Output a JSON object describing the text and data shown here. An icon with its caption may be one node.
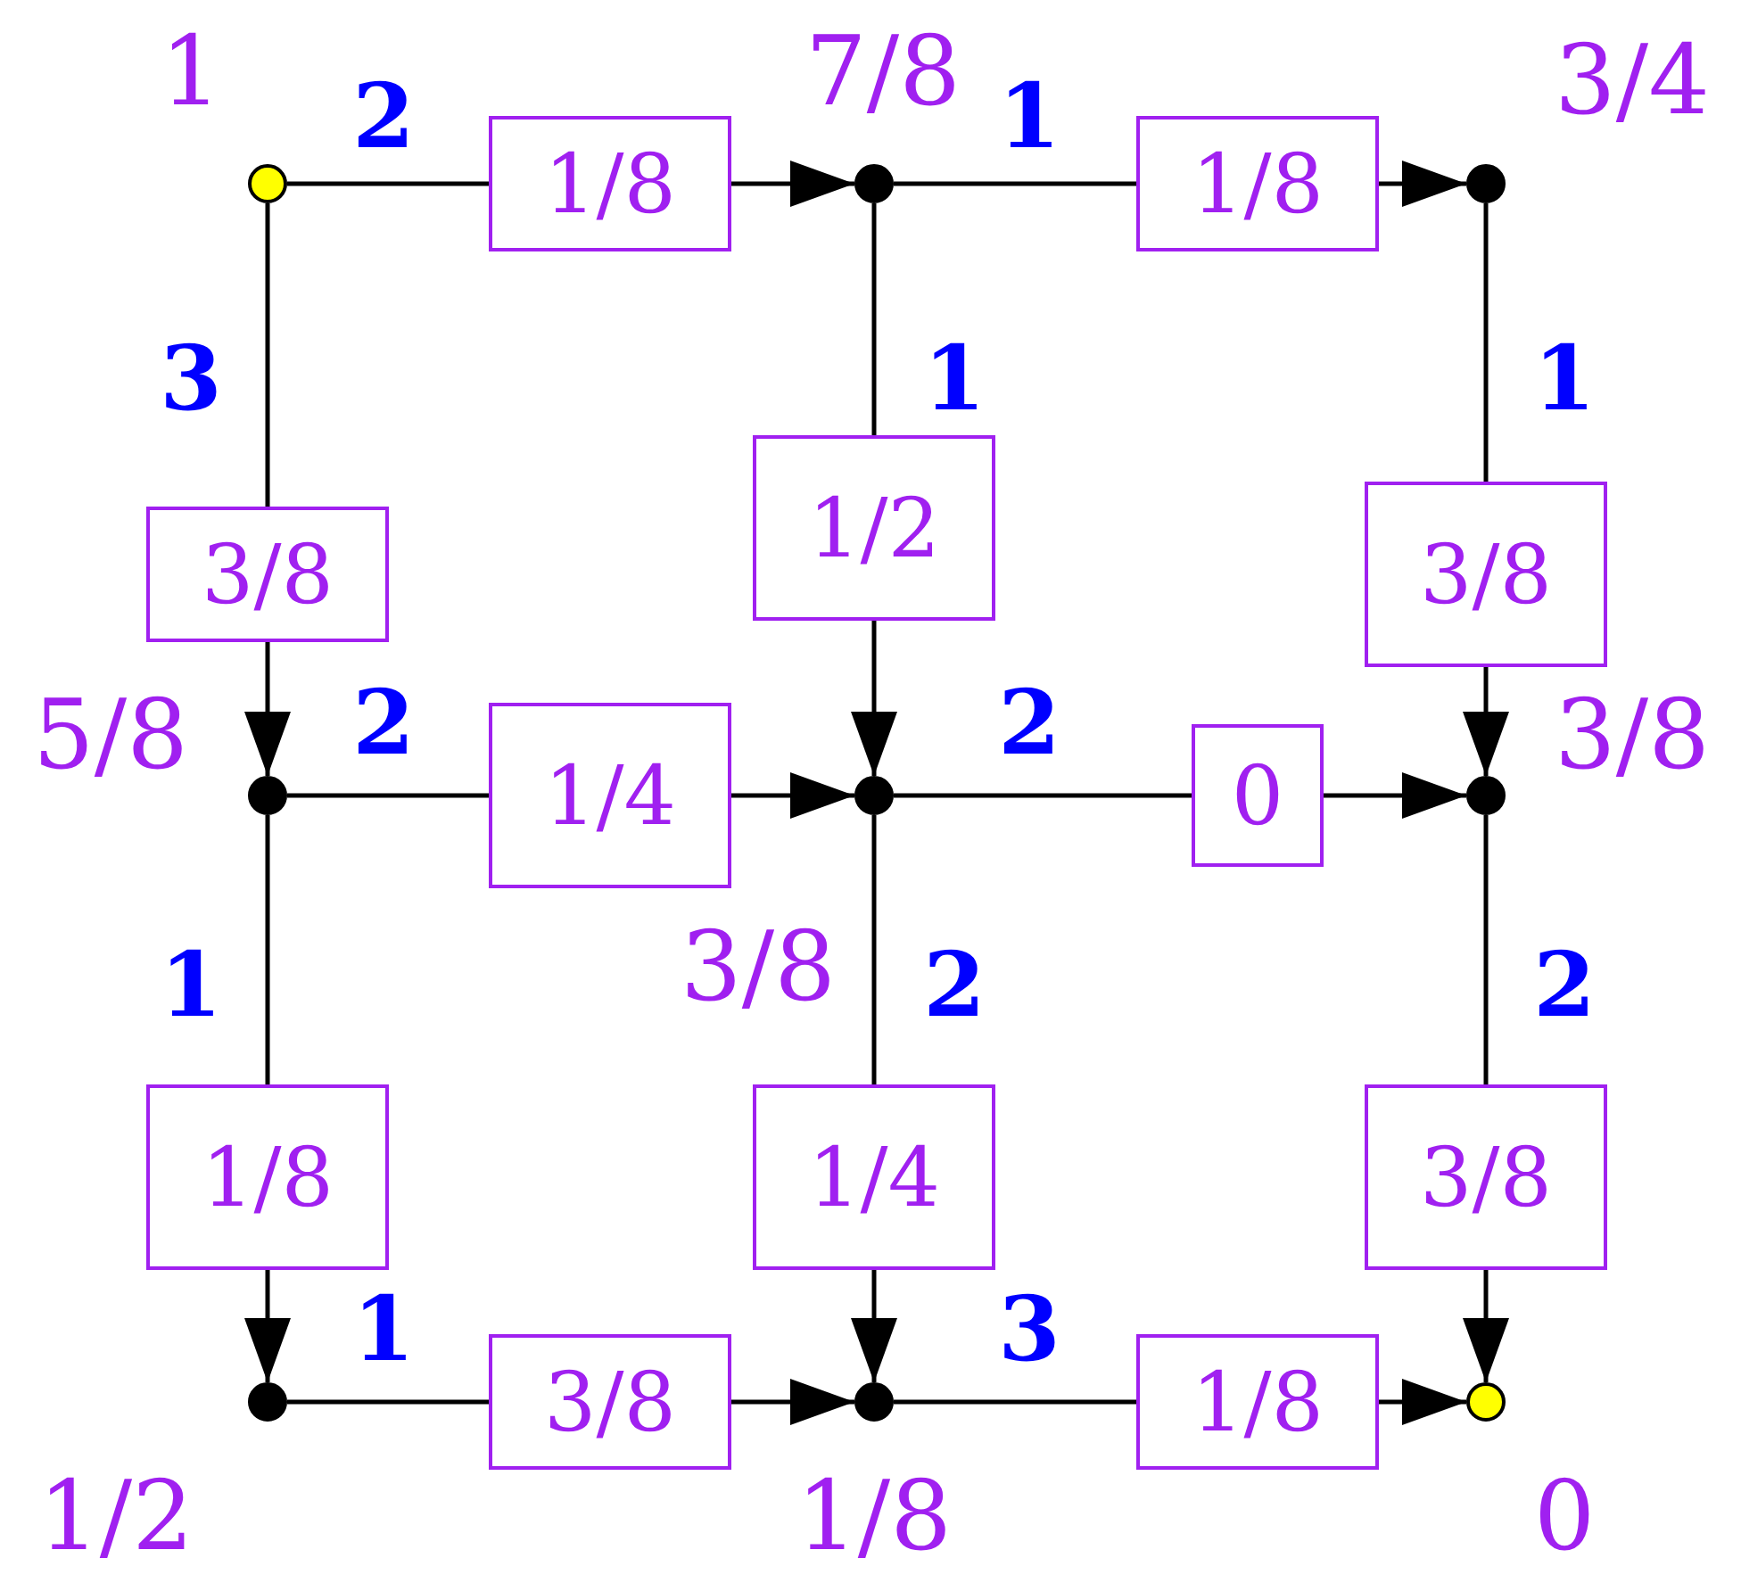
{
  "diagram": {
    "nodes": [
      {
        "text": [],
        "shape": "circle",
        "beside": [
          "1"
        ]
      },
      {
        "text": [],
        "shape": "circle",
        "beside": [
          "7/8"
        ]
      },
      {
        "text": [],
        "shape": "circle",
        "beside": [
          "3/4"
        ]
      },
      {
        "text": [],
        "shape": "circle",
        "beside": [
          "5/8"
        ]
      },
      {
        "text": [],
        "shape": "circle"
      },
      {
        "text": [],
        "shape": "circle",
        "beside": [
          "3/8"
        ]
      },
      {
        "text": [],
        "shape": "circle",
        "beside": [
          "1/2"
        ]
      },
      {
        "text": [],
        "shape": "circle",
        "beside": [
          "1/8"
        ]
      },
      {
        "text": [],
        "shape": "circle",
        "beside": [
          "0"
        ]
      },
      {
        "text": [
          "1/8"
        ]
      },
      {
        "text": [
          "1/8"
        ]
      },
      {
        "text": [
          "3/8"
        ]
      },
      {
        "text": [
          "1/2"
        ]
      },
      {
        "text": [
          "3/8"
        ]
      },
      {
        "text": [
          "1/4"
        ]
      },
      {
        "text": [
          "0"
        ]
      },
      {
        "text": [
          "1/8"
        ]
      },
      {
        "text": [
          "1/4"
        ]
      },
      {
        "text": [
          "3/8"
        ]
      },
      {
        "text": [
          "3/8"
        ]
      },
      {
        "text": [
          "1/8"
        ]
      }
    ],
    "edges": [
      {
        "from": 0,
        "to": 9,
        "arrow": "none"
      },
      {
        "from": 9,
        "to": 1,
        "arrow": "to"
      },
      {
        "from": 1,
        "to": 10,
        "arrow": "none"
      },
      {
        "from": 10,
        "to": 2,
        "arrow": "to"
      },
      {
        "from": 0,
        "to": 11,
        "arrow": "none"
      },
      {
        "from": 11,
        "to": 3,
        "arrow": "to"
      },
      {
        "from": 1,
        "to": 12,
        "arrow": "none"
      },
      {
        "from": 12,
        "to": 4,
        "arrow": "to"
      },
      {
        "from": 2,
        "to": 13,
        "arrow": "none"
      },
      {
        "from": 13,
        "to": 5,
        "arrow": "to"
      },
      {
        "from": 3,
        "to": 14,
        "arrow": "none"
      },
      {
        "from": 14,
        "to": 4,
        "arrow": "to"
      },
      {
        "from": 4,
        "to": 15,
        "arrow": "none"
      },
      {
        "from": 15,
        "to": 5,
        "arrow": "to"
      },
      {
        "from": 3,
        "to": 16,
        "arrow": "none"
      },
      {
        "from": 16,
        "to": 6,
        "arrow": "to"
      },
      {
        "from": 4,
        "to": 17,
        "arrow": "none"
      },
      {
        "from": 17,
        "to": 7,
        "arrow": "to"
      },
      {
        "from": 5,
        "to": 18,
        "arrow": "none"
      },
      {
        "from": 18,
        "to": 8,
        "arrow": "to"
      },
      {
        "from": 6,
        "to": 19,
        "arrow": "none"
      },
      {
        "from": 19,
        "to": 7,
        "arrow": "to"
      },
      {
        "from": 7,
        "to": 20,
        "arrow": "none"
      },
      {
        "from": 20,
        "to": 8,
        "arrow": "to"
      }
    ],
    "labels": [
      "2",
      "1",
      "3",
      "1",
      "1",
      "2",
      "2",
      "1",
      "3/8",
      "2",
      "2",
      "1",
      "3"
    ]
  }
}
